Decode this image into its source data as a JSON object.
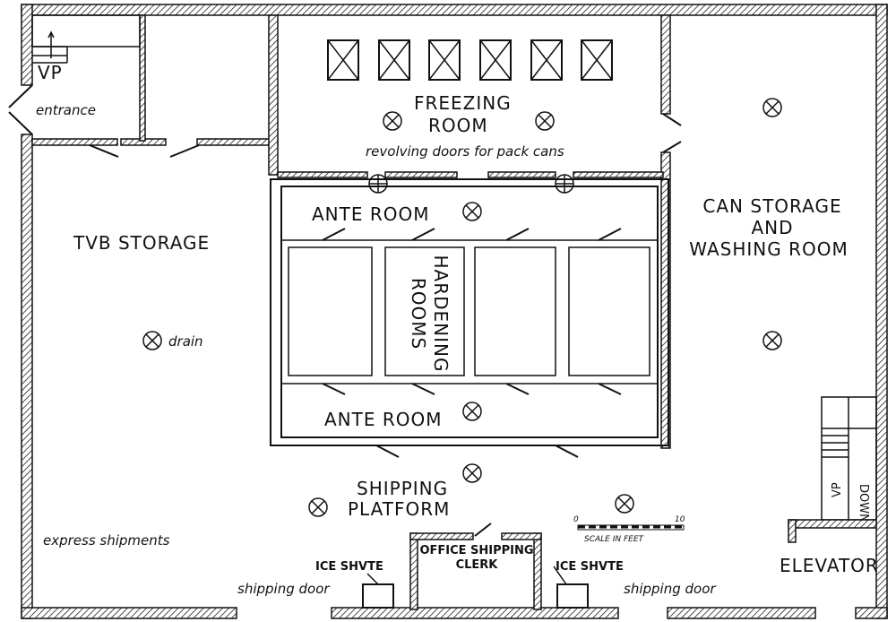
{
  "title_rooms": {
    "freezing_room": [
      "FREEZING",
      "ROOM"
    ],
    "revolving_doors": "revolving doors for pack cans",
    "ante_room_top": "ANTE ROOM",
    "ante_room_bottom": "ANTE ROOM",
    "hardening_rooms": [
      "HARDENING",
      "ROOMS"
    ],
    "tub_storage": "TVB STORAGE",
    "drain": "drain",
    "can_storage": [
      "CAN STORAGE",
      "AND",
      "WASHING ROOM"
    ],
    "shipping_platform": [
      "SHIPPING",
      "PLATFORM"
    ],
    "express_shipments": "express shipments",
    "entrance": "entrance",
    "up_left": "VP",
    "up_right": "VP",
    "down_right": "DOWN",
    "elevator": "ELEVATOR",
    "office": [
      "OFFICE SHIPPING",
      "CLERK"
    ],
    "ice_shute_left": "ICE SHVTE",
    "ice_shute_right": "ICE SHVTE",
    "shipping_door_left": "shipping door",
    "shipping_door_right": "shipping door"
  },
  "scale": {
    "start": "0",
    "end": "10",
    "label": "SCALE IN FEET"
  }
}
